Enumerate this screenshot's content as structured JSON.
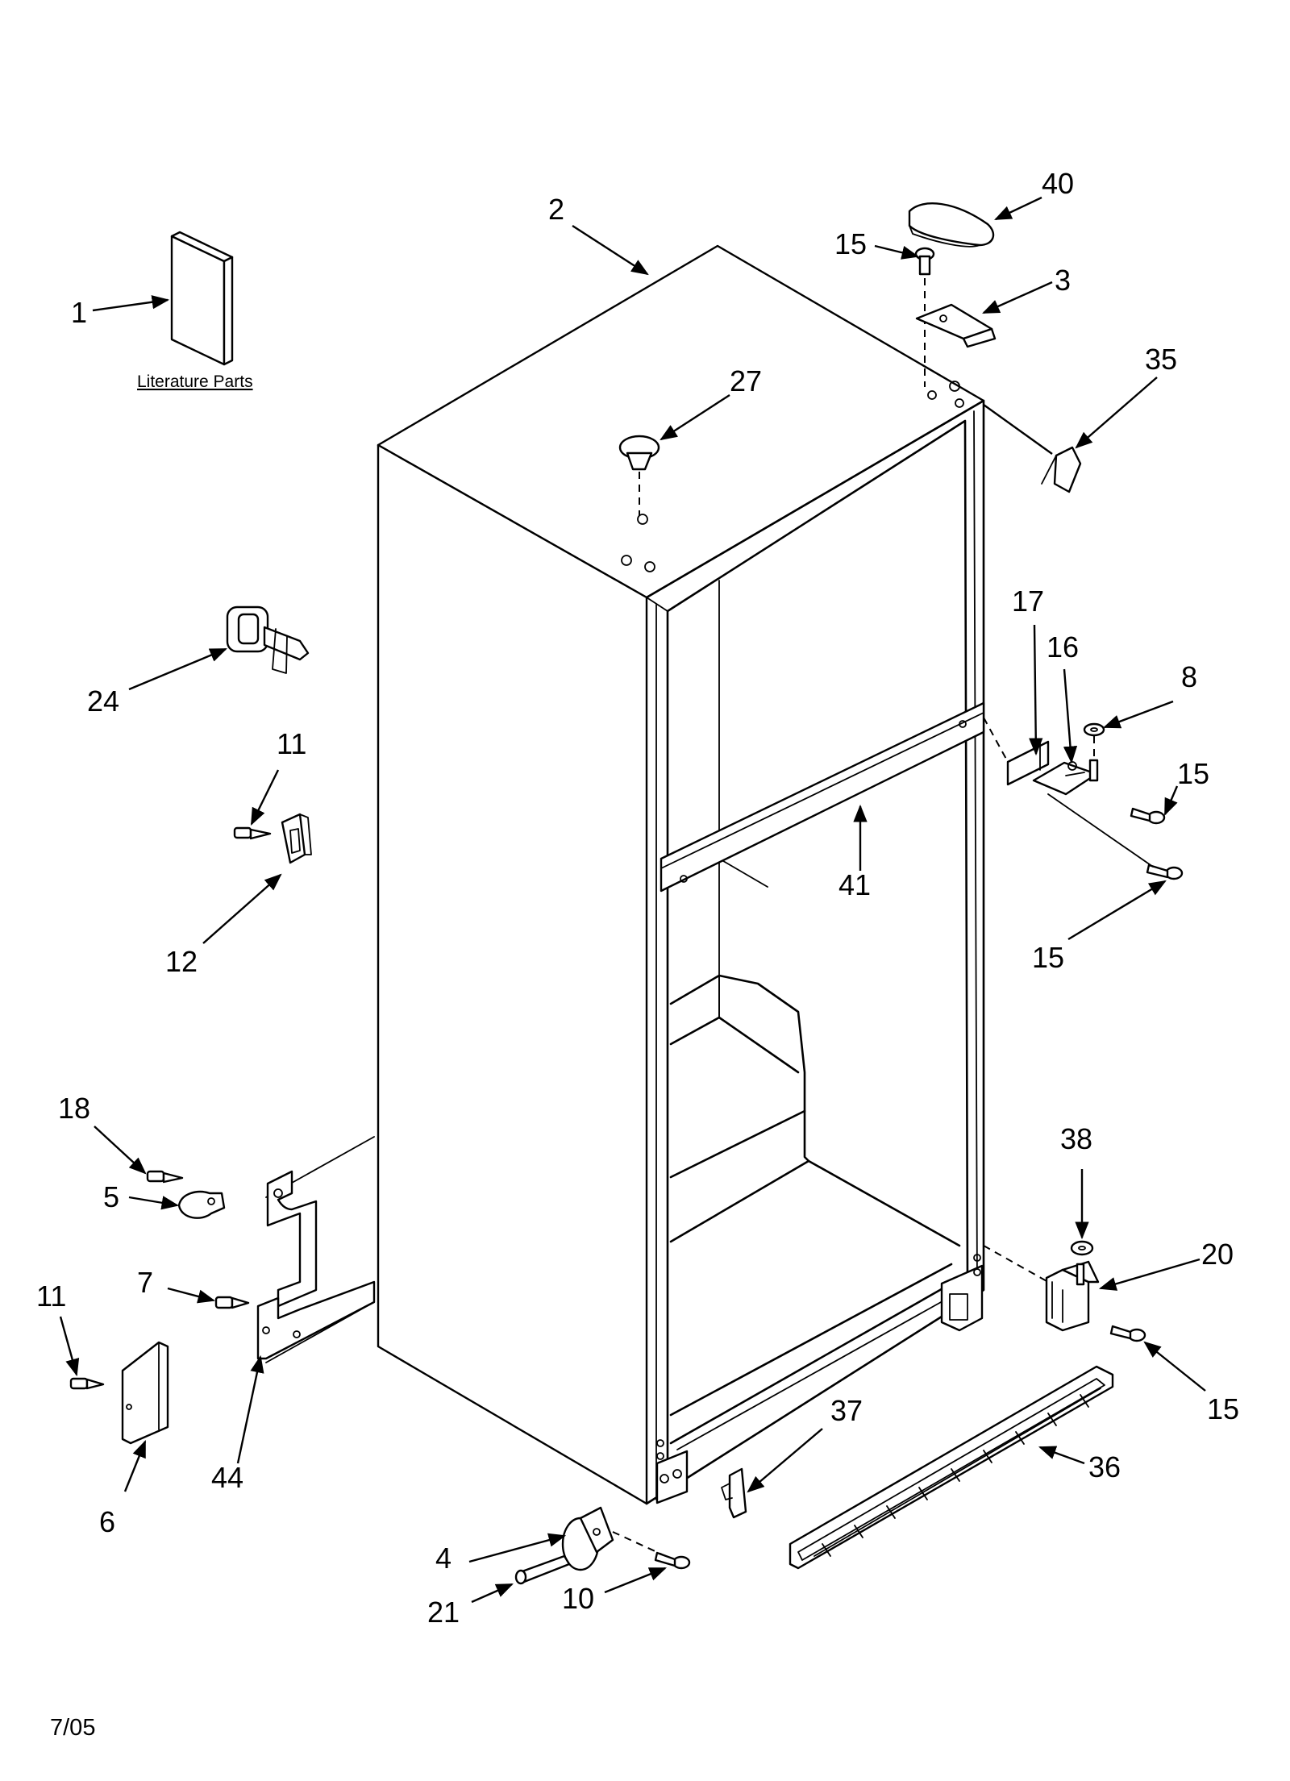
{
  "callouts": {
    "c1": "1",
    "c2": "2",
    "c3": "3",
    "c4": "4",
    "c5": "5",
    "c6": "6",
    "c7": "7",
    "c8": "8",
    "c10": "10",
    "c11a": "11",
    "c11b": "11",
    "c12": "12",
    "c15a": "15",
    "c15b": "15",
    "c15c": "15",
    "c15d": "15",
    "c16": "16",
    "c17": "17",
    "c18": "18",
    "c20": "20",
    "c21": "21",
    "c24": "24",
    "c27": "27",
    "c35": "35",
    "c36": "36",
    "c37": "37",
    "c38": "38",
    "c40": "40",
    "c41": "41",
    "c44": "44"
  },
  "literature_label": "Literature Parts",
  "date_code": "7/05"
}
